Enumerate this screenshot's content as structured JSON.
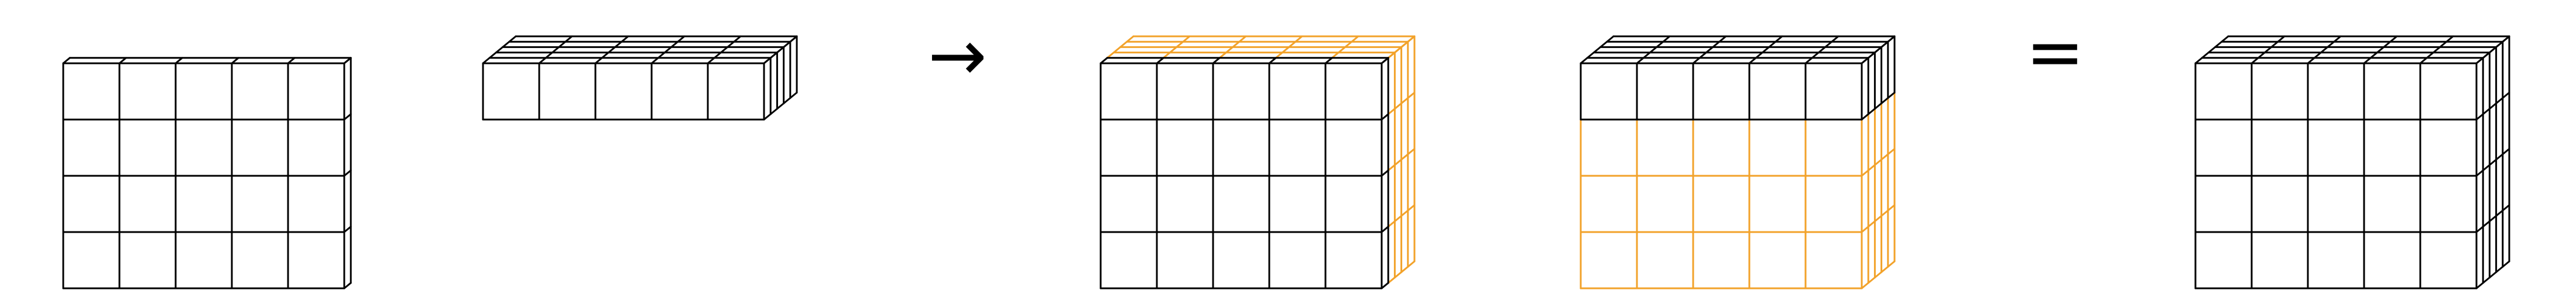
{
  "operator_arrow": "→",
  "operator_equals": "=",
  "colors": {
    "stroke": "#000000",
    "highlight": "#f2a22a",
    "background": "#ffffff"
  },
  "figures": [
    {
      "name": "block-4-rows",
      "rows": 4,
      "cols": 5,
      "layers": 1,
      "highlighted": "none"
    },
    {
      "name": "slab-1-row",
      "rows": 1,
      "cols": 5,
      "layers": 5,
      "highlighted": "none"
    },
    {
      "name": "block-with-back-layers-highlighted",
      "rows": 4,
      "cols": 5,
      "layers": 5,
      "highlighted": "back-layers"
    },
    {
      "name": "block-with-top-row-added",
      "rows": 4,
      "cols": 5,
      "layers": 5,
      "highlighted": "lower-rows"
    },
    {
      "name": "result-cuboid",
      "rows": 4,
      "cols": 5,
      "layers": 5,
      "highlighted": "none"
    }
  ]
}
